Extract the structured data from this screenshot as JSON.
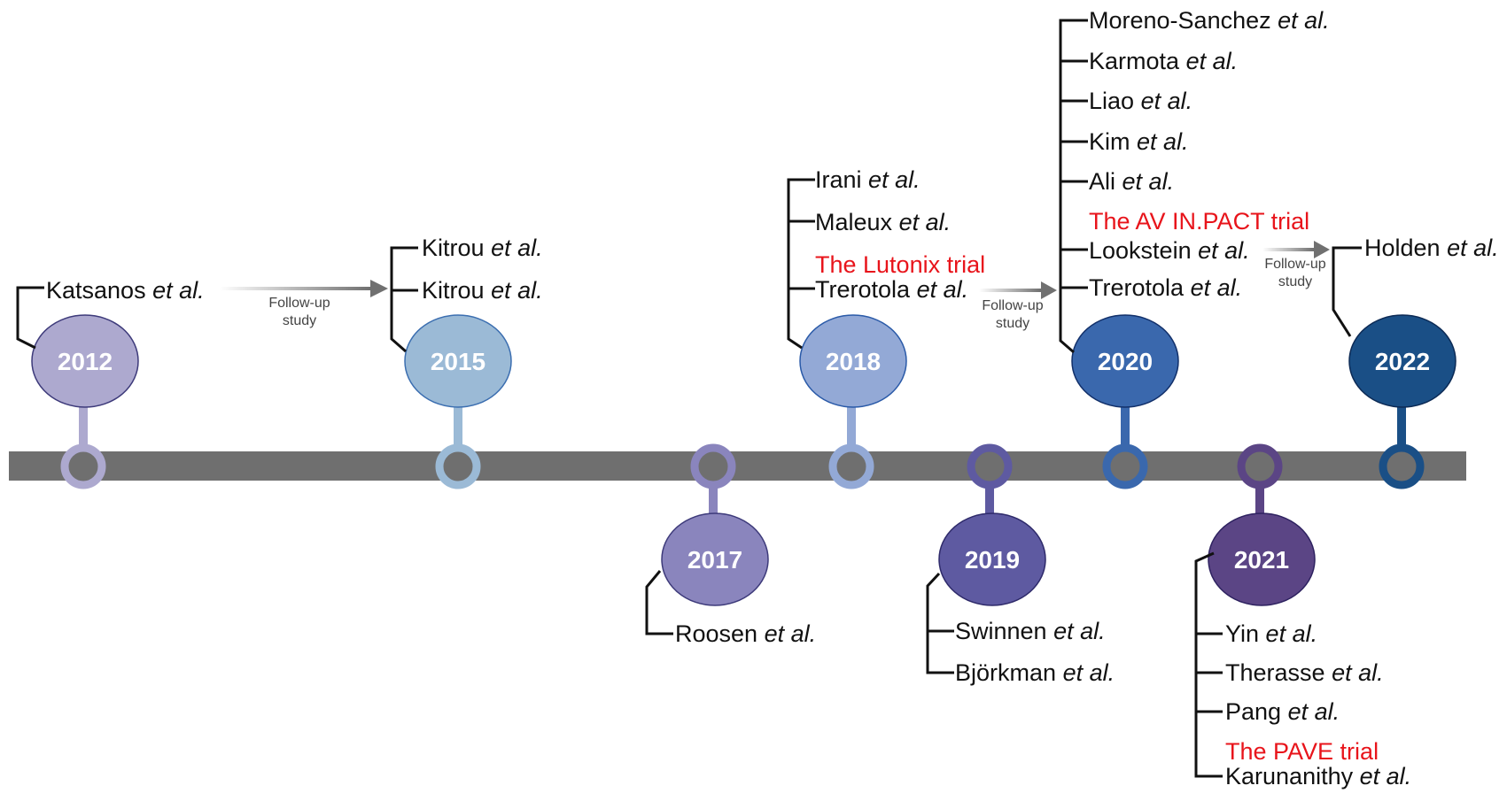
{
  "etal": "et al.",
  "followup": [
    "Follow-up",
    "study"
  ],
  "years": {
    "y2012": {
      "label": "2012",
      "color": "#ada9cf",
      "refs": [
        {
          "author": "Katsanos"
        }
      ]
    },
    "y2015": {
      "label": "2015",
      "color": "#9bbad6",
      "refs": [
        {
          "author": "Kitrou"
        },
        {
          "author": "Kitrou"
        }
      ]
    },
    "y2017": {
      "label": "2017",
      "color": "#8a85bd",
      "refs": [
        {
          "author": "Roosen"
        }
      ]
    },
    "y2018": {
      "label": "2018",
      "color": "#93a9d6",
      "trial": "The Lutonix trial",
      "refs": [
        {
          "author": "Irani"
        },
        {
          "author": "Maleux"
        },
        {
          "author": "Trerotola"
        }
      ]
    },
    "y2019": {
      "label": "2019",
      "color": "#5e5aa1",
      "refs": [
        {
          "author": "Swinnen"
        },
        {
          "author": "Björkman"
        }
      ]
    },
    "y2020": {
      "label": "2020",
      "color": "#3a68ad",
      "trial": "The AV IN.PACT trial",
      "refs": [
        {
          "author": "Moreno-Sanchez"
        },
        {
          "author": "Karmota"
        },
        {
          "author": "Liao"
        },
        {
          "author": "Kim"
        },
        {
          "author": "Ali"
        },
        {
          "author": "Lookstein"
        },
        {
          "author": "Trerotola"
        }
      ]
    },
    "y2021": {
      "label": "2021",
      "color": "#5b4585",
      "trial": "The PAVE trial",
      "refs": [
        {
          "author": "Yin"
        },
        {
          "author": "Therasse"
        },
        {
          "author": "Pang"
        },
        {
          "author": "Karunanithy"
        }
      ]
    },
    "y2022": {
      "label": "2022",
      "color": "#1a4f86",
      "refs": [
        {
          "author": "Holden"
        }
      ]
    }
  }
}
